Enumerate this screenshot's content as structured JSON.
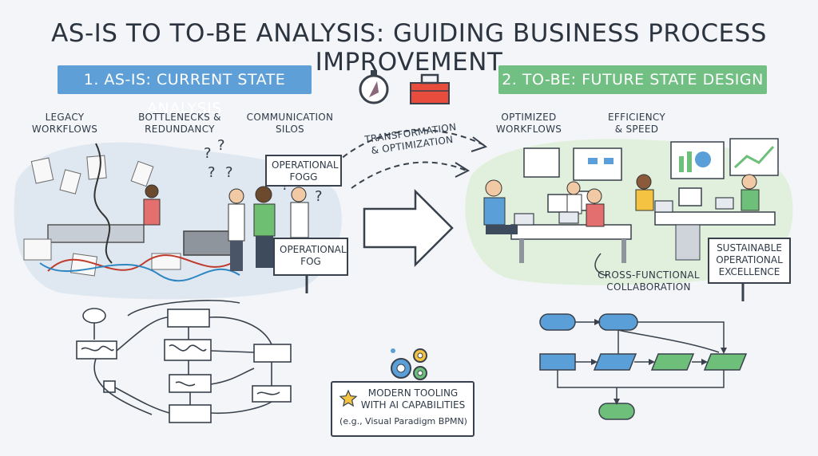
{
  "title": "AS-IS TO TO-BE ANALYSIS: GUIDING BUSINESS PROCESS IMPROVEMENT",
  "as_is": {
    "banner": "1. AS-IS: CURRENT STATE ANALYSIS",
    "labels": {
      "legacy_line1": "LEGACY",
      "legacy_line2": "WORKFLOWS",
      "bottlenecks_line1": "BOTTLENECKS &",
      "bottlenecks_line2": "REDUNDANCY",
      "silos_line1": "COMMUNICATION",
      "silos_line2": "SILOS",
      "fog_top_line1": "OPERATIONAL",
      "fog_top_line2": "FOGG",
      "fog_sign_line1": "OPERATIONAL",
      "fog_sign_line2": "FOG"
    }
  },
  "transform": {
    "line1": "TRANSFORMATION",
    "line2": "& OPTIMIZATION"
  },
  "to_be": {
    "banner": "2. TO-BE: FUTURE STATE DESIGN",
    "labels": {
      "optimized_line1": "OPTIMIZED",
      "optimized_line2": "WORKFLOWS",
      "efficiency_line1": "EFFICIENCY",
      "efficiency_line2": "& SPEED",
      "collab_line1": "CROSS-FUNCTIONAL",
      "collab_line2": "COLLABORATION",
      "excellence_line1": "SUSTAINABLE",
      "excellence_line2": "OPERATIONAL",
      "excellence_line3": "EXCELLENCE"
    }
  },
  "tooling": {
    "line1": "MODERN TOOLING",
    "line2": "WITH AI CAPABILITIES",
    "line3": "(e.g., Visual Paradigm BPMN)"
  },
  "colors": {
    "as_is_banner": "#5d9fd6",
    "to_be_banner": "#72bf83",
    "flow_blue": "#5b9fd8",
    "flow_green": "#6dbf7a",
    "ink": "#2f3a48"
  },
  "icons": [
    "compass-icon",
    "toolbox-icon",
    "gears-icon",
    "star-icon",
    "right-arrow-icon"
  ]
}
